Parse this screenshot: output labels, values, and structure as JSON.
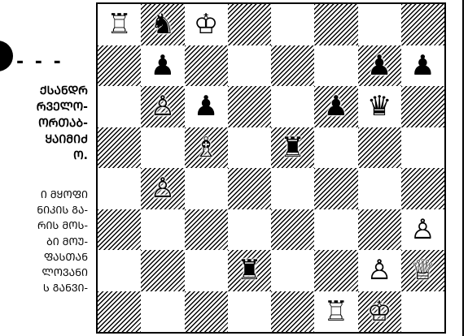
{
  "article": {
    "dashes": "- - -",
    "heading": "ᲥᲡᲐᲜᲓᲠ\nᲠᲕᲔᲚᲝ-\nᲝᲠᲗᲐᲑ-\nᲧᲐᲘᲛᲘᲫ\nᲝ.",
    "body": "Ი ᲛᲧᲝᲤᲘ\nᲜᲘᲙᲘᲡ ᲒᲐ-\nᲠᲘᲡ ᲛᲝᲡ-\nᲑᲘ ᲛᲝᲣ-\nᲤᲐᲡᲗᲐᲜ\nᲚᲝᲕᲐᲜᲘ\nᲡ ᲒᲐᲜᲕᲘ-"
  },
  "diagram": {
    "pieces": [
      {
        "square": "a8",
        "symbol": "♖",
        "name": "white-rook"
      },
      {
        "square": "b8",
        "symbol": "♞",
        "name": "black-knight"
      },
      {
        "square": "c8",
        "symbol": "♔",
        "name": "white-king"
      },
      {
        "square": "b7",
        "symbol": "♟",
        "name": "black-pawn"
      },
      {
        "square": "g7",
        "symbol": "♟",
        "name": "black-pawn"
      },
      {
        "square": "h7",
        "symbol": "♟",
        "name": "black-pawn"
      },
      {
        "square": "b6",
        "symbol": "♙",
        "name": "white-pawn"
      },
      {
        "square": "c6",
        "symbol": "♟",
        "name": "black-pawn"
      },
      {
        "square": "f6",
        "symbol": "♟",
        "name": "black-pawn"
      },
      {
        "square": "g6",
        "symbol": "♛",
        "name": "black-queen"
      },
      {
        "square": "c5",
        "symbol": "♗",
        "name": "white-bishop"
      },
      {
        "square": "e5",
        "symbol": "♜",
        "name": "black-rook"
      },
      {
        "square": "b4",
        "symbol": "♙",
        "name": "white-pawn"
      },
      {
        "square": "h3",
        "symbol": "♙",
        "name": "white-pawn"
      },
      {
        "square": "d2",
        "symbol": "♜",
        "name": "black-rook"
      },
      {
        "square": "g2",
        "symbol": "♙",
        "name": "white-pawn"
      },
      {
        "square": "h2",
        "symbol": "♕",
        "name": "white-queen"
      },
      {
        "square": "f1",
        "symbol": "♖",
        "name": "white-rook"
      },
      {
        "square": "g1",
        "symbol": "♔",
        "name": "white-king"
      }
    ]
  }
}
